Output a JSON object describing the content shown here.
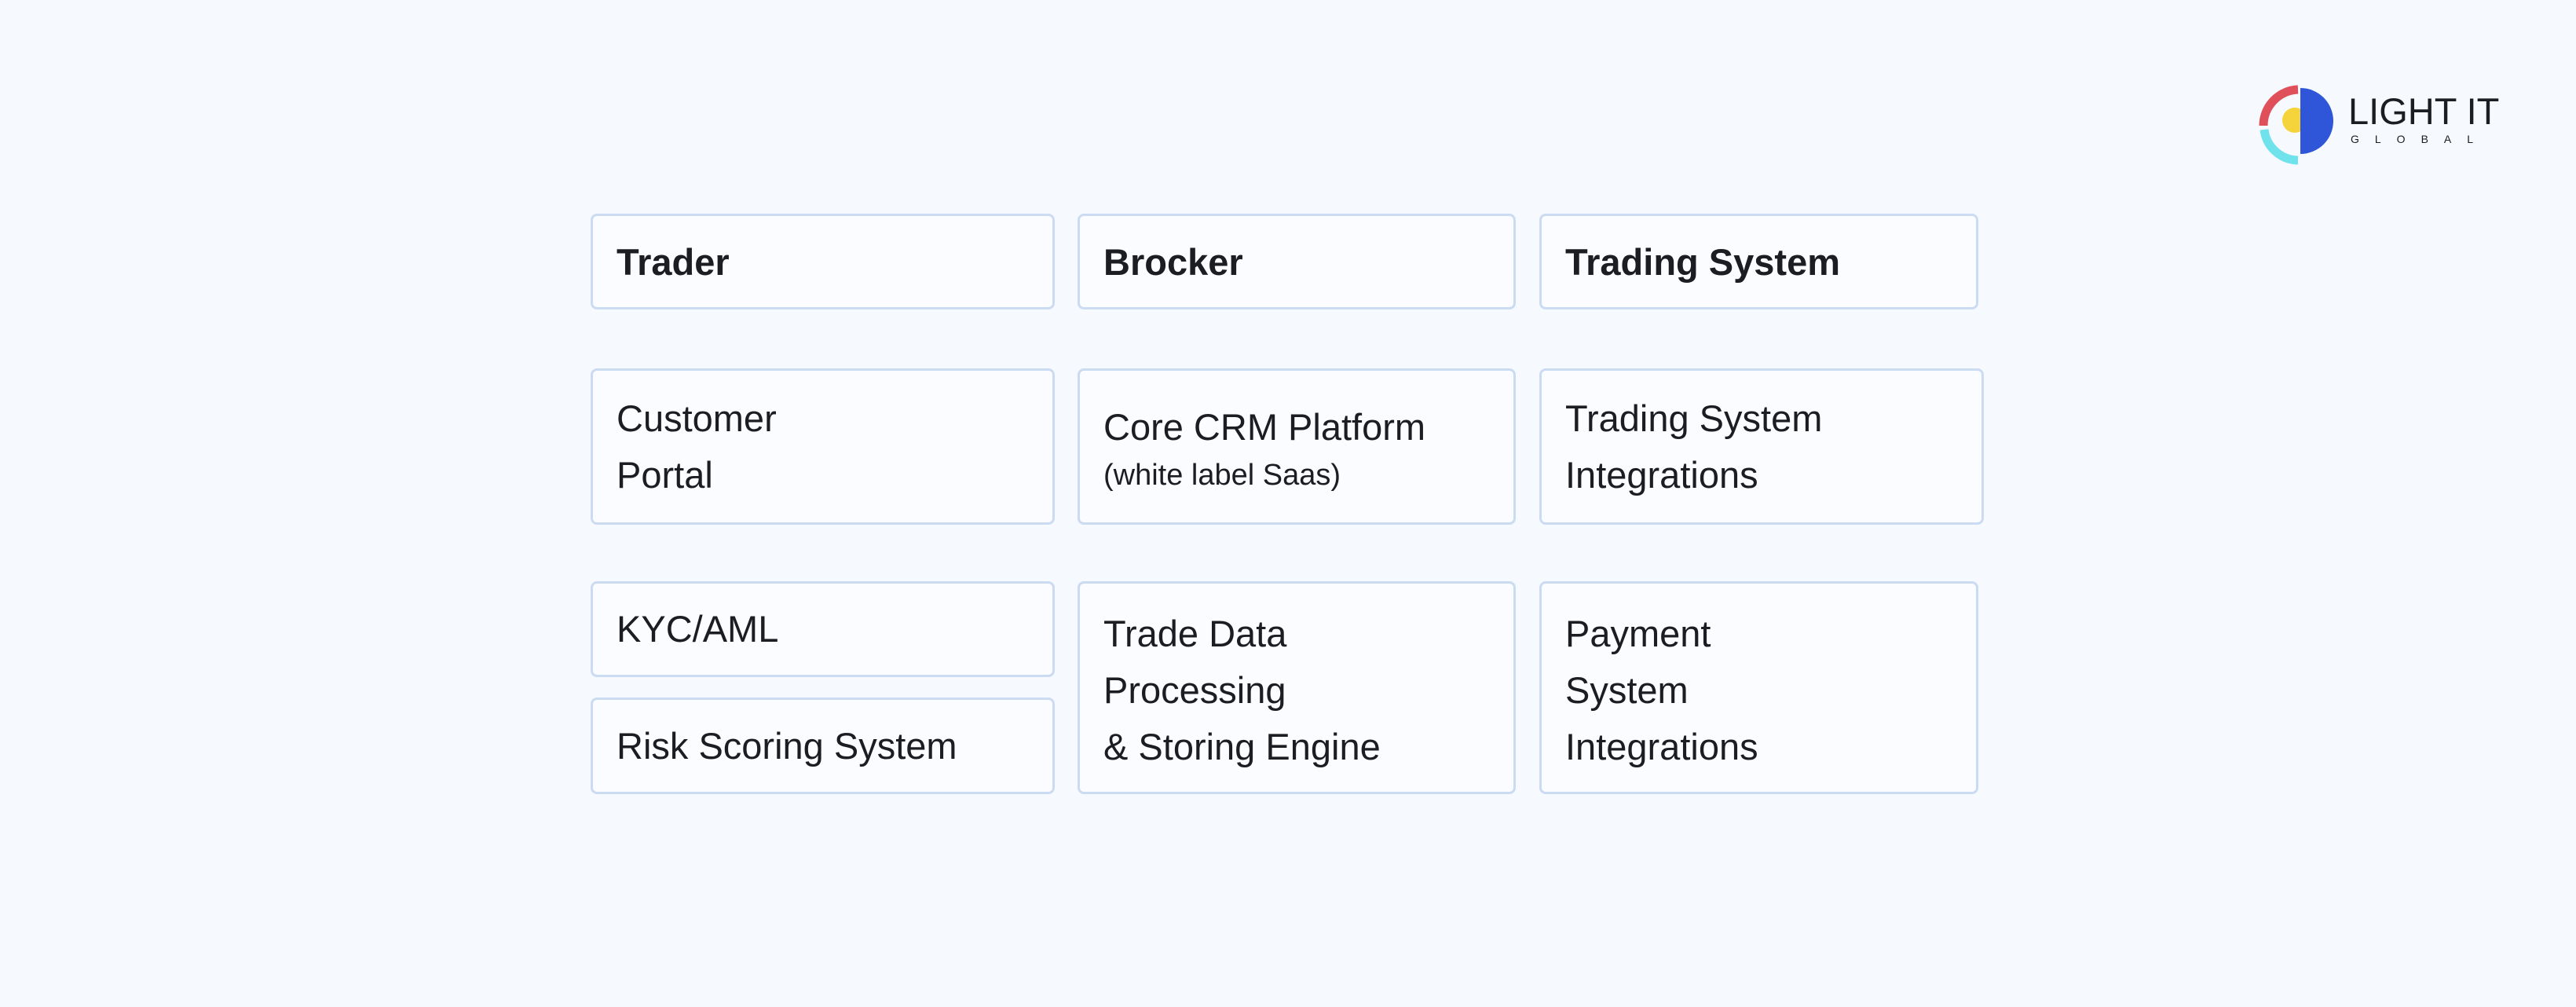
{
  "logo": {
    "name": "LIGHT IT",
    "tagline": "GLOBAL",
    "colors": {
      "red": "#e0505a",
      "cyan": "#6fe2ec",
      "yellow": "#f5d33a",
      "blue": "#2f56d8"
    }
  },
  "columns": [
    {
      "header": "Trader",
      "blocks": [
        {
          "lines": [
            "Customer",
            "Portal"
          ]
        },
        {
          "lines": [
            "KYC/AML"
          ]
        },
        {
          "lines": [
            "Risk Scoring System"
          ]
        }
      ]
    },
    {
      "header": "Brocker",
      "blocks": [
        {
          "lines": [
            "Core CRM Platform"
          ],
          "note": "(white label Saas)"
        },
        {
          "lines": [
            "Trade Data",
            "Processing",
            "& Storing Engine"
          ]
        }
      ]
    },
    {
      "header": "Trading System",
      "blocks": [
        {
          "lines": [
            "Trading System",
            "Integrations"
          ]
        },
        {
          "lines": [
            "Payment",
            "System",
            "Integrations"
          ]
        }
      ]
    }
  ],
  "colors": {
    "background": "#f6f9fe",
    "box_border": "#cbdcf2",
    "text": "#1c1d22"
  }
}
